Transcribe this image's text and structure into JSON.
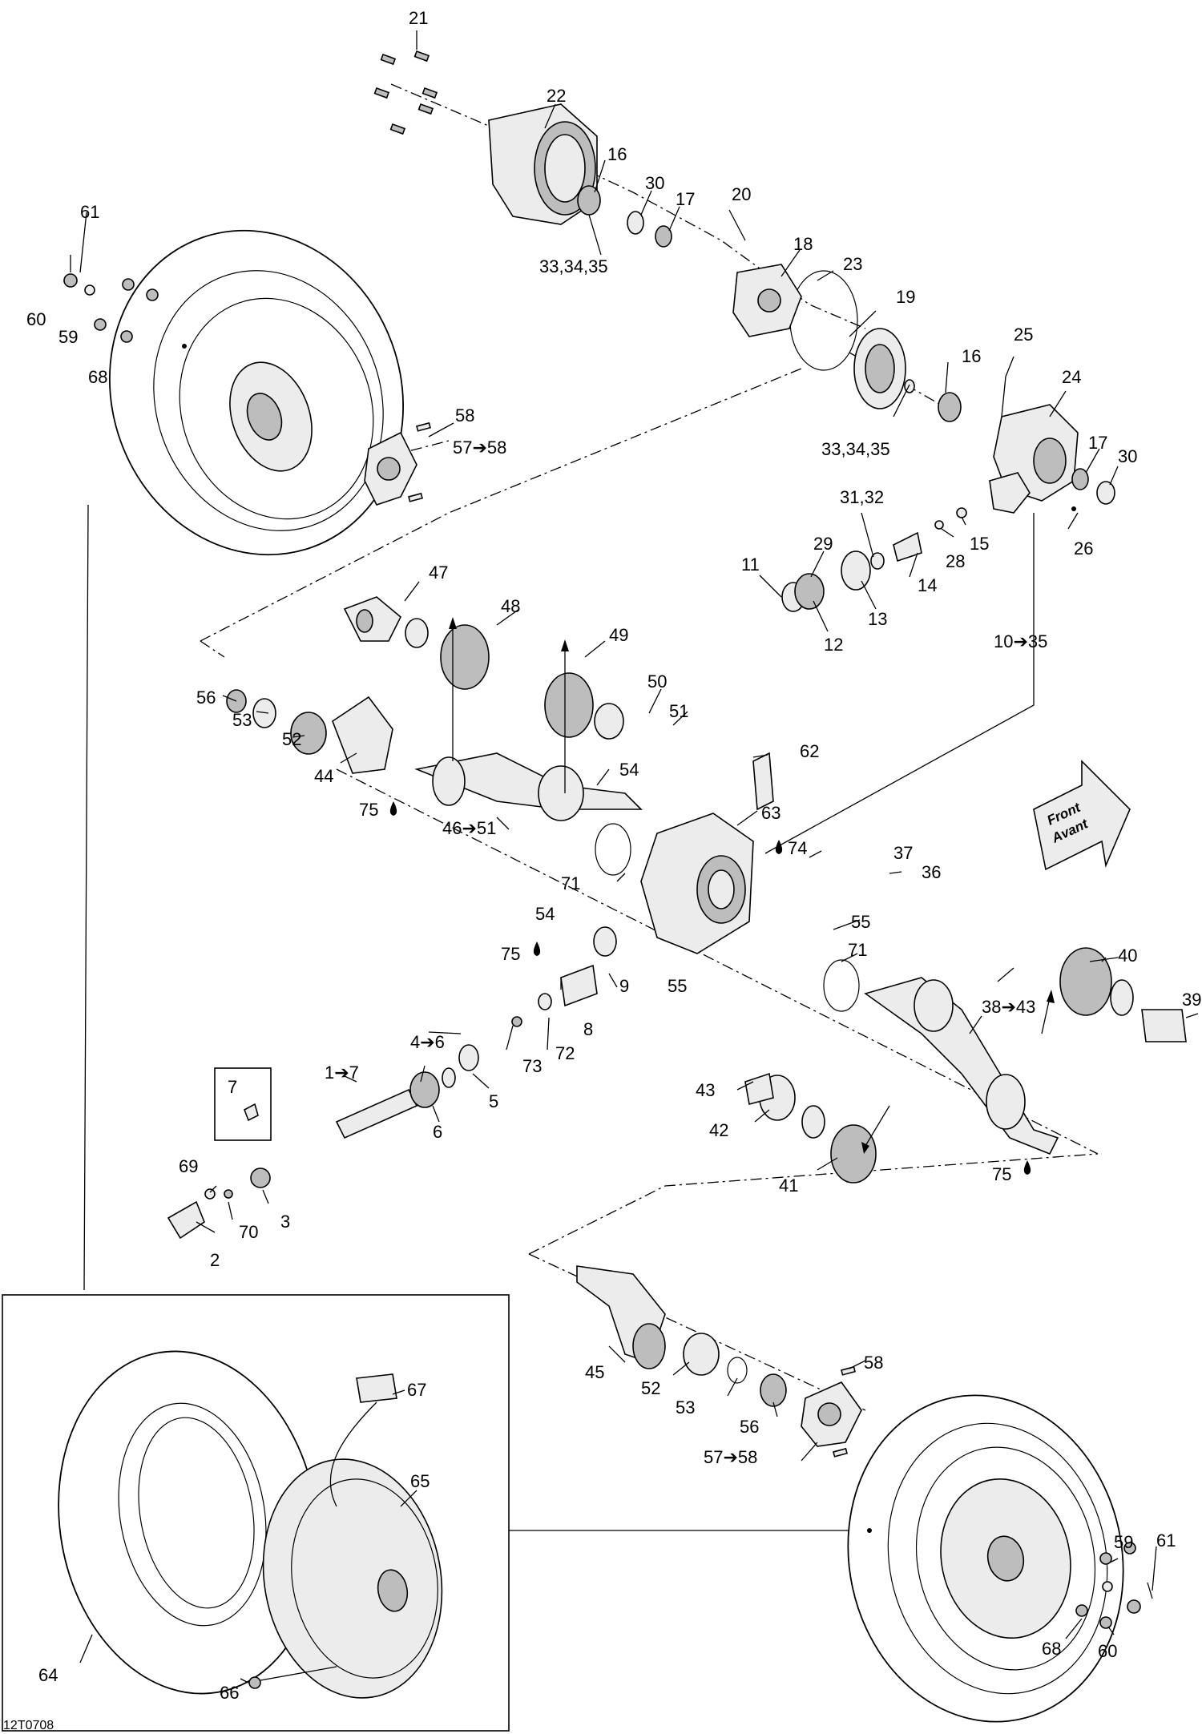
{
  "figure_code": "12T0708",
  "direction_sign": {
    "line1": "Front",
    "line2": "Avant",
    "icon": "right-arrow-icon"
  },
  "callouts": [
    {
      "id": "c21",
      "text": "21"
    },
    {
      "id": "c22",
      "text": "22"
    },
    {
      "id": "c16a",
      "text": "16"
    },
    {
      "id": "c30a",
      "text": "30"
    },
    {
      "id": "c17a",
      "text": "17"
    },
    {
      "id": "c20",
      "text": "20"
    },
    {
      "id": "c18",
      "text": "18"
    },
    {
      "id": "c23",
      "text": "23"
    },
    {
      "id": "c19",
      "text": "19"
    },
    {
      "id": "c333435a",
      "text": "33,34,35"
    },
    {
      "id": "c333435b",
      "text": "33,34,35"
    },
    {
      "id": "c16b",
      "text": "16"
    },
    {
      "id": "c25",
      "text": "25"
    },
    {
      "id": "c24",
      "text": "24"
    },
    {
      "id": "c17b",
      "text": "17"
    },
    {
      "id": "c30b",
      "text": "30"
    },
    {
      "id": "c3132",
      "text": "31,32"
    },
    {
      "id": "c26",
      "text": "26"
    },
    {
      "id": "c15",
      "text": "15"
    },
    {
      "id": "c28",
      "text": "28"
    },
    {
      "id": "c14",
      "text": "14"
    },
    {
      "id": "c29",
      "text": "29"
    },
    {
      "id": "c11",
      "text": "11"
    },
    {
      "id": "c13",
      "text": "13"
    },
    {
      "id": "c12",
      "text": "12"
    },
    {
      "id": "c10to35",
      "text": "10➔35"
    },
    {
      "id": "c61a",
      "text": "61"
    },
    {
      "id": "c60a",
      "text": "60"
    },
    {
      "id": "c59a",
      "text": "59"
    },
    {
      "id": "c68a",
      "text": "68"
    },
    {
      "id": "c58a",
      "text": "58"
    },
    {
      "id": "c57to58a",
      "text": "57➔58"
    },
    {
      "id": "c47",
      "text": "47"
    },
    {
      "id": "c48",
      "text": "48"
    },
    {
      "id": "c49",
      "text": "49"
    },
    {
      "id": "c50",
      "text": "50"
    },
    {
      "id": "c51",
      "text": "51"
    },
    {
      "id": "c56a",
      "text": "56"
    },
    {
      "id": "c53a",
      "text": "53"
    },
    {
      "id": "c52a",
      "text": "52"
    },
    {
      "id": "c44",
      "text": "44"
    },
    {
      "id": "c75a",
      "text": "75"
    },
    {
      "id": "c46to51",
      "text": "46➔51"
    },
    {
      "id": "c54a",
      "text": "54"
    },
    {
      "id": "c62",
      "text": "62"
    },
    {
      "id": "c63",
      "text": "63"
    },
    {
      "id": "c71a",
      "text": "71"
    },
    {
      "id": "c74",
      "text": "74"
    },
    {
      "id": "c54b",
      "text": "54"
    },
    {
      "id": "c37",
      "text": "37"
    },
    {
      "id": "c36",
      "text": "36"
    },
    {
      "id": "c55a",
      "text": "55"
    },
    {
      "id": "c71b",
      "text": "71"
    },
    {
      "id": "c75b",
      "text": "75"
    },
    {
      "id": "c55b",
      "text": "55"
    },
    {
      "id": "c9",
      "text": "9"
    },
    {
      "id": "c8",
      "text": "8"
    },
    {
      "id": "c72",
      "text": "72"
    },
    {
      "id": "c73",
      "text": "73"
    },
    {
      "id": "c4to6",
      "text": "4➔6"
    },
    {
      "id": "c5",
      "text": "5"
    },
    {
      "id": "c6",
      "text": "6"
    },
    {
      "id": "c1to7",
      "text": "1➔7"
    },
    {
      "id": "c7",
      "text": "7"
    },
    {
      "id": "c69",
      "text": "69"
    },
    {
      "id": "c70",
      "text": "70"
    },
    {
      "id": "c3",
      "text": "3"
    },
    {
      "id": "c2",
      "text": "2"
    },
    {
      "id": "c40",
      "text": "40"
    },
    {
      "id": "c39",
      "text": "39"
    },
    {
      "id": "c38to43",
      "text": "38➔43"
    },
    {
      "id": "c43",
      "text": "43"
    },
    {
      "id": "c42",
      "text": "42"
    },
    {
      "id": "c41",
      "text": "41"
    },
    {
      "id": "c75c",
      "text": "75"
    },
    {
      "id": "c45",
      "text": "45"
    },
    {
      "id": "c52b",
      "text": "52"
    },
    {
      "id": "c53b",
      "text": "53"
    },
    {
      "id": "c56b",
      "text": "56"
    },
    {
      "id": "c58b",
      "text": "58"
    },
    {
      "id": "c57to58b",
      "text": "57➔58"
    },
    {
      "id": "c67",
      "text": "67"
    },
    {
      "id": "c65",
      "text": "65"
    },
    {
      "id": "c64",
      "text": "64"
    },
    {
      "id": "c66",
      "text": "66"
    },
    {
      "id": "c59b",
      "text": "59"
    },
    {
      "id": "c61b",
      "text": "61"
    },
    {
      "id": "c68b",
      "text": "68"
    },
    {
      "id": "c60b",
      "text": "60"
    }
  ]
}
